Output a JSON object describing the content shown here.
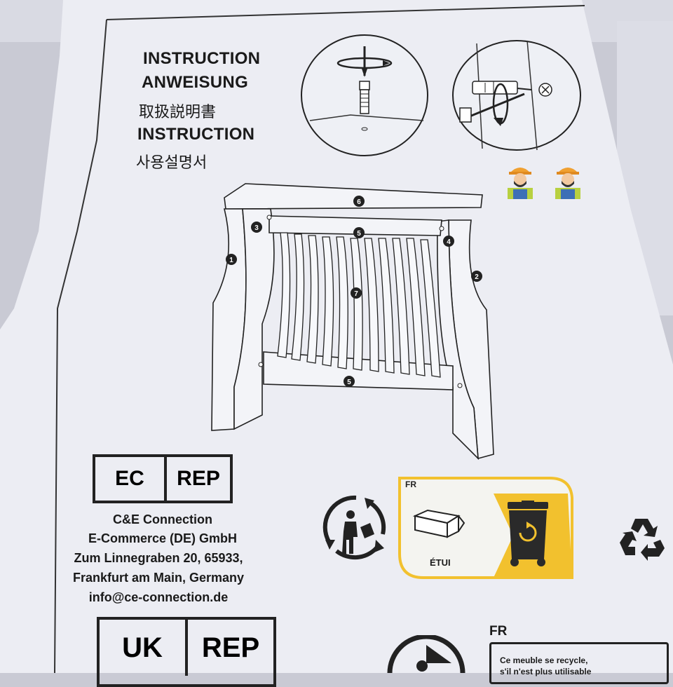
{
  "headings": {
    "line1": "INSTRUCTION",
    "line2": "ANWEISUNG",
    "line3": "取扱説明書",
    "line4": "INSTRUCTION",
    "line5": "사용설명서"
  },
  "part_numbers": {
    "top_panel": "6",
    "left_inner_panel": "3",
    "top_rail": "5",
    "right_inner_panel": "4",
    "left_side_panel": "1",
    "right_side_panel": "2",
    "slat_grille": "7",
    "bottom_rail": "5"
  },
  "ec_rep": {
    "left_label": "EC",
    "right_label": "REP",
    "company_line1": "C&E Connection",
    "company_line2": "E-Commerce (DE) GmbH",
    "address_line1": "Zum Linnegraben 20, 65933,",
    "address_line2": "Frankfurt am Main, Germany",
    "email": "info@ce-connection.de"
  },
  "uk_rep": {
    "left_label": "UK",
    "right_label": "REP"
  },
  "triman_panel": {
    "country": "FR",
    "item_label": "ÉTUI",
    "accent_color": "#f2c12e"
  },
  "fr_notice": {
    "country": "FR",
    "line1": "Ce meuble se recycle,",
    "line2": "s'il n'est plus utilisable"
  },
  "icons": [
    "screwdriver-icon",
    "wall-screw-icon",
    "worker-icon",
    "triman-icon",
    "box-icon",
    "recycle-bin-icon",
    "recycle-icon"
  ]
}
